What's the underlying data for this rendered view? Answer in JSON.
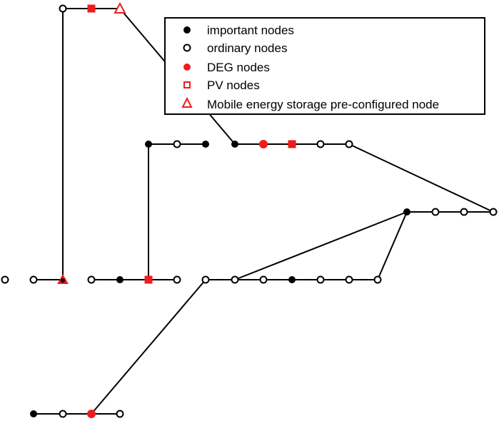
{
  "colors": {
    "line": "#000000",
    "important": "#000000",
    "ordinary_fill": "#ffffff",
    "deg": "#ee1c1c",
    "legend_border": "#000000"
  },
  "legend": {
    "items": [
      {
        "key": "important",
        "label": "important nodes",
        "marker": "filled-circle",
        "color": "#000000"
      },
      {
        "key": "ordinary",
        "label": "ordinary nodes",
        "marker": "hollow-circle",
        "color": "#000000"
      },
      {
        "key": "deg",
        "label": "DEG nodes",
        "marker": "filled-circle",
        "color": "#ee1c1c"
      },
      {
        "key": "pv",
        "label": "PV nodes",
        "marker": "hollow-square",
        "color": "#ee1c1c"
      },
      {
        "key": "mobile",
        "label": "Mobile energy storage pre-configured node",
        "marker": "hollow-triangle",
        "color": "#ee1c1c"
      }
    ]
  }
}
